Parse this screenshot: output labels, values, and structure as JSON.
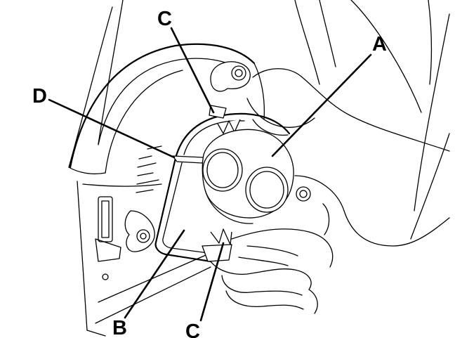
{
  "callouts": {
    "a": "A",
    "b": "B",
    "c_top": "C",
    "c_bottom": "C",
    "d": "D"
  }
}
